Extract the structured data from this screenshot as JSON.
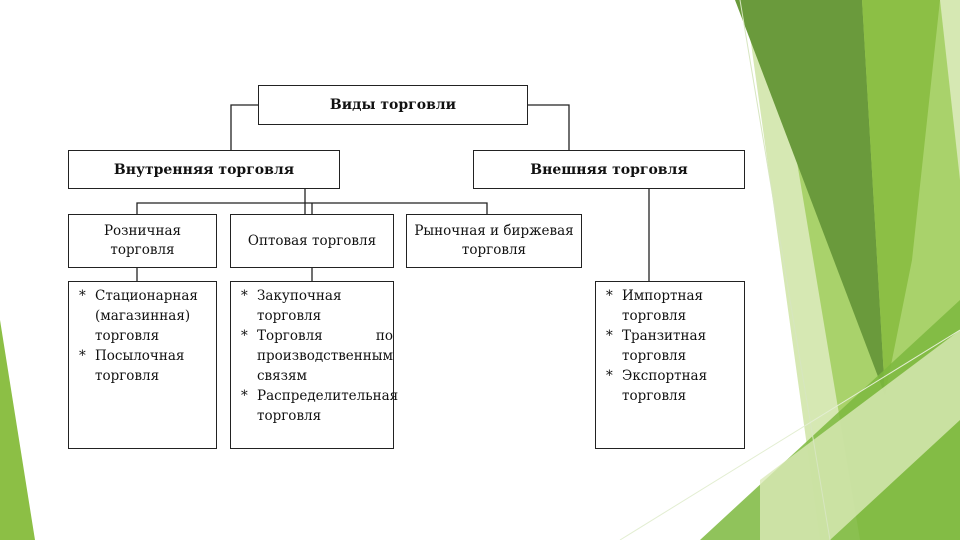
{
  "diagram": {
    "root": "Виды торговли",
    "internal": {
      "title": "Внутренняя торговля",
      "types": [
        {
          "label": "Розничная торговля",
          "items": [
            "Стационарная (магазинная) торговля",
            "Посылочная торговля"
          ]
        },
        {
          "label": "Оптовая торговля",
          "items": [
            "Закупочная торговля",
            "Торговля по производственным связям",
            "Распределительная торговля"
          ]
        },
        {
          "label": "Рыночная и биржевая торговля",
          "items": []
        }
      ]
    },
    "external": {
      "title": "Внешняя торговля",
      "items": [
        "Импортная торговля",
        "Транзитная торговля",
        "Экспортная торговля"
      ]
    },
    "bullet": "*"
  },
  "colors": {
    "accent_dark": "#6a9a3c",
    "accent_mid": "#8cbf45",
    "accent_light": "#c8e09a",
    "line": "#222222"
  }
}
